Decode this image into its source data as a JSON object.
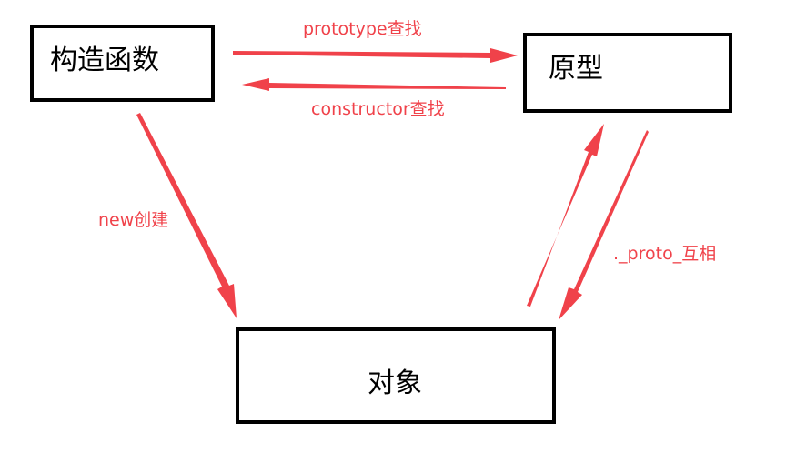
{
  "diagram": {
    "nodes": {
      "constructor": {
        "label": "构造函数"
      },
      "prototype": {
        "label": "原型"
      },
      "object": {
        "label": "对象"
      }
    },
    "edges": {
      "prototype_lookup": {
        "label": "prototype查找"
      },
      "constructor_lookup": {
        "label": "constructor查找"
      },
      "new_create": {
        "label": "new创建"
      },
      "proto_mutual": {
        "label": "._proto_互相"
      }
    },
    "colors": {
      "arrow": "#f0424a",
      "box_border": "#000000",
      "text": "#000000"
    }
  }
}
